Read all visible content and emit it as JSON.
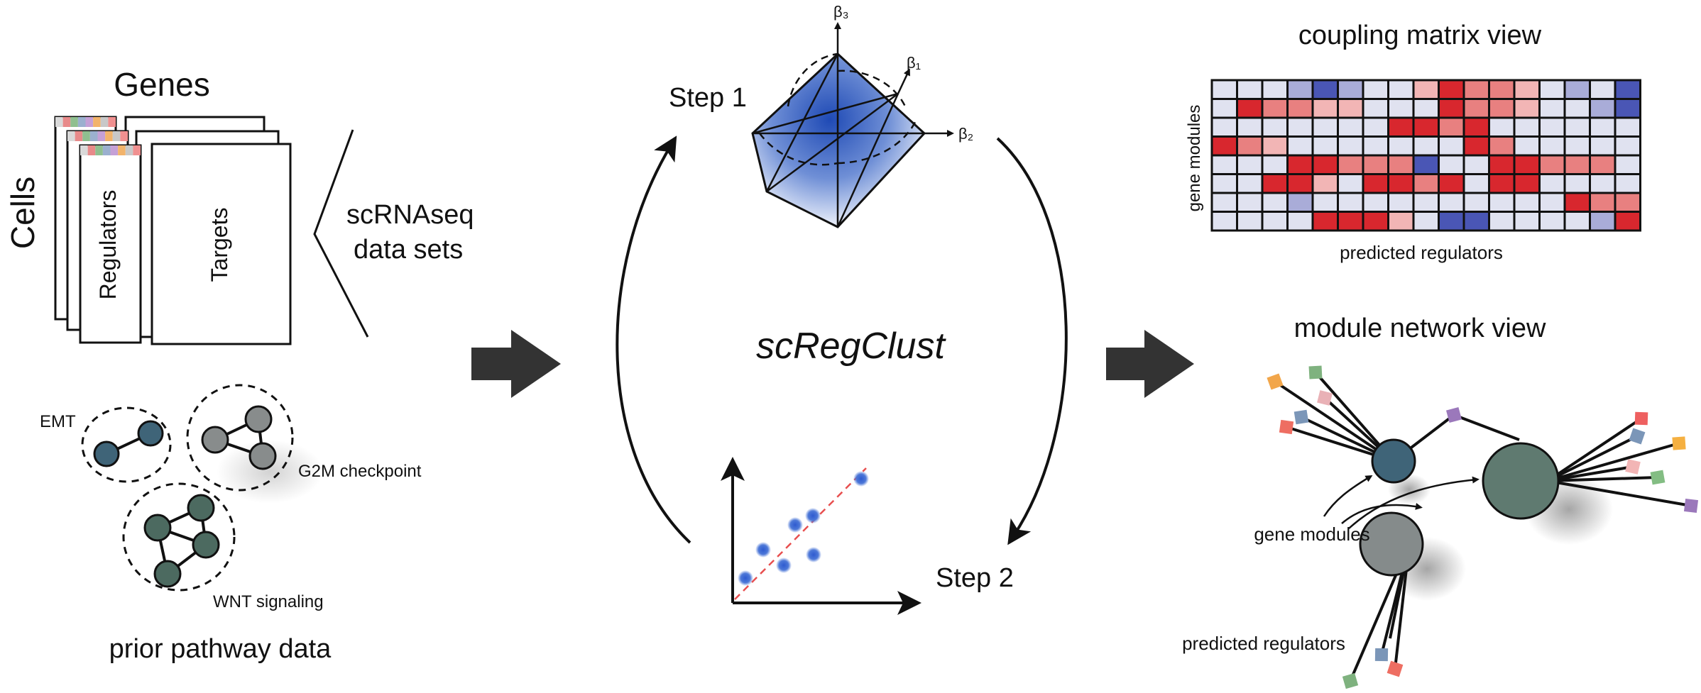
{
  "input": {
    "genes_label": "Genes",
    "cells_label": "Cells",
    "regulators_label": "Regulators",
    "targets_label": "Targets",
    "scrnaseq_label_line1": "scRNAseq",
    "scrnaseq_label_line2": "data sets",
    "header_strip_colors": [
      "#d9d9d9",
      "#e88a8a",
      "#8fbf8f",
      "#9bb0cf",
      "#c5a0d6",
      "#f2b36b",
      "#c8c8c8",
      "#f09090"
    ]
  },
  "pathways": {
    "title": "prior pathway data",
    "items": [
      {
        "label": "EMT",
        "node_color": "#3f6478"
      },
      {
        "label": "G2M checkpoint",
        "node_color": "#888c8c"
      },
      {
        "label": "WNT signaling",
        "node_color": "#4c6a60"
      }
    ]
  },
  "method": {
    "name": "scRegClust",
    "step1_label": "Step 1",
    "step2_label": "Step 2",
    "beta_labels": {
      "beta1": "β₁",
      "beta2": "β₂",
      "beta3": "β₃"
    }
  },
  "outputs": {
    "matrix": {
      "title": "coupling matrix view",
      "ylabel": "gene modules",
      "xlabel": "predicted regulators",
      "palette": {
        "0": "#e0e2f0",
        "1": "#f2b5b5",
        "2": "#e88080",
        "3": "#d8272e",
        "-1": "#a9acd8",
        "-2": "#4a56b5"
      },
      "rows": [
        [
          0,
          0,
          0,
          -1,
          -2,
          -1,
          0,
          0,
          1,
          3,
          2,
          2,
          1,
          0,
          -1,
          0,
          -2
        ],
        [
          0,
          3,
          2,
          2,
          1,
          1,
          0,
          0,
          0,
          3,
          2,
          2,
          1,
          0,
          0,
          -1,
          -2
        ],
        [
          0,
          0,
          0,
          0,
          0,
          0,
          0,
          3,
          3,
          2,
          3,
          0,
          0,
          0,
          0,
          0,
          0
        ],
        [
          3,
          2,
          1,
          0,
          0,
          0,
          0,
          0,
          0,
          0,
          3,
          2,
          0,
          0,
          0,
          0,
          0
        ],
        [
          0,
          0,
          0,
          3,
          3,
          2,
          2,
          2,
          -2,
          0,
          0,
          3,
          3,
          2,
          2,
          2,
          0
        ],
        [
          0,
          0,
          3,
          3,
          1,
          0,
          3,
          3,
          2,
          3,
          0,
          3,
          3,
          0,
          0,
          0,
          0
        ],
        [
          0,
          0,
          0,
          -1,
          0,
          0,
          0,
          0,
          0,
          0,
          0,
          0,
          0,
          0,
          3,
          2,
          2
        ],
        [
          0,
          0,
          0,
          0,
          3,
          3,
          3,
          1,
          0,
          -2,
          -2,
          0,
          0,
          0,
          0,
          -1,
          3
        ]
      ]
    },
    "network": {
      "title": "module network view",
      "modules_label": "gene modules",
      "regulators_label": "predicted regulators",
      "module_colors": [
        "#3f6478",
        "#5f7a70",
        "#858b8b"
      ],
      "regulator_colors": [
        "#f2a64a",
        "#7fb27f",
        "#e9b1b6",
        "#7b96b8",
        "#ee6e62",
        "#9b78bb",
        "#ee6060",
        "#7b96b8",
        "#f5b041",
        "#f2b5b5",
        "#83bd83",
        "#9b78bb",
        "#7fb27f",
        "#7b96b8",
        "#ee6e62"
      ]
    }
  }
}
